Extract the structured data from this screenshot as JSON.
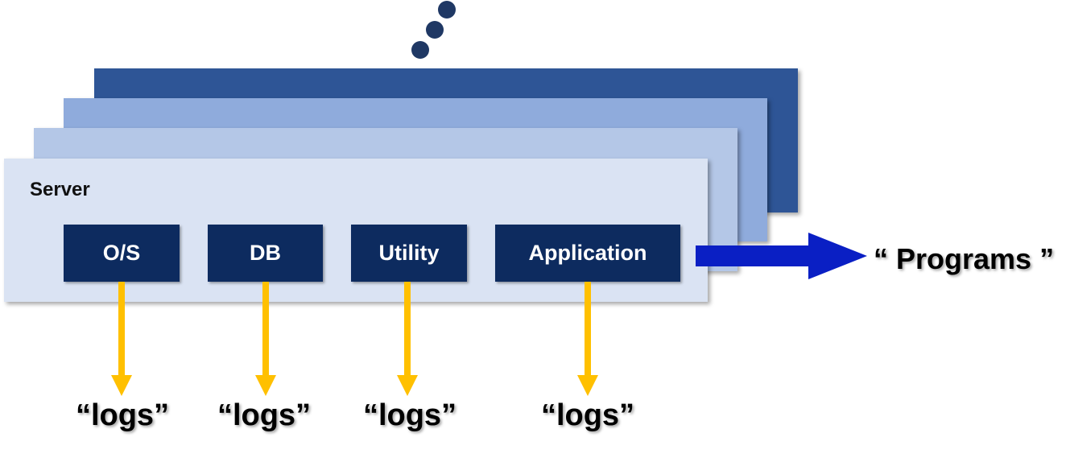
{
  "diagram": {
    "server_label": "Server",
    "components": [
      "O/S",
      "DB",
      "Utility",
      "Application"
    ],
    "output_label": "“logs”",
    "programs_label": "“ Programs ”",
    "colors": {
      "layer_dark": "#2e5596",
      "layer_mid": "#8fabdc",
      "layer_light": "#b4c7e7",
      "layer_front": "#dae3f3",
      "component_fill": "#0d2b5f",
      "log_arrow": "#ffc000",
      "program_arrow": "#0a1fc4",
      "dots": "#1f3864"
    }
  }
}
